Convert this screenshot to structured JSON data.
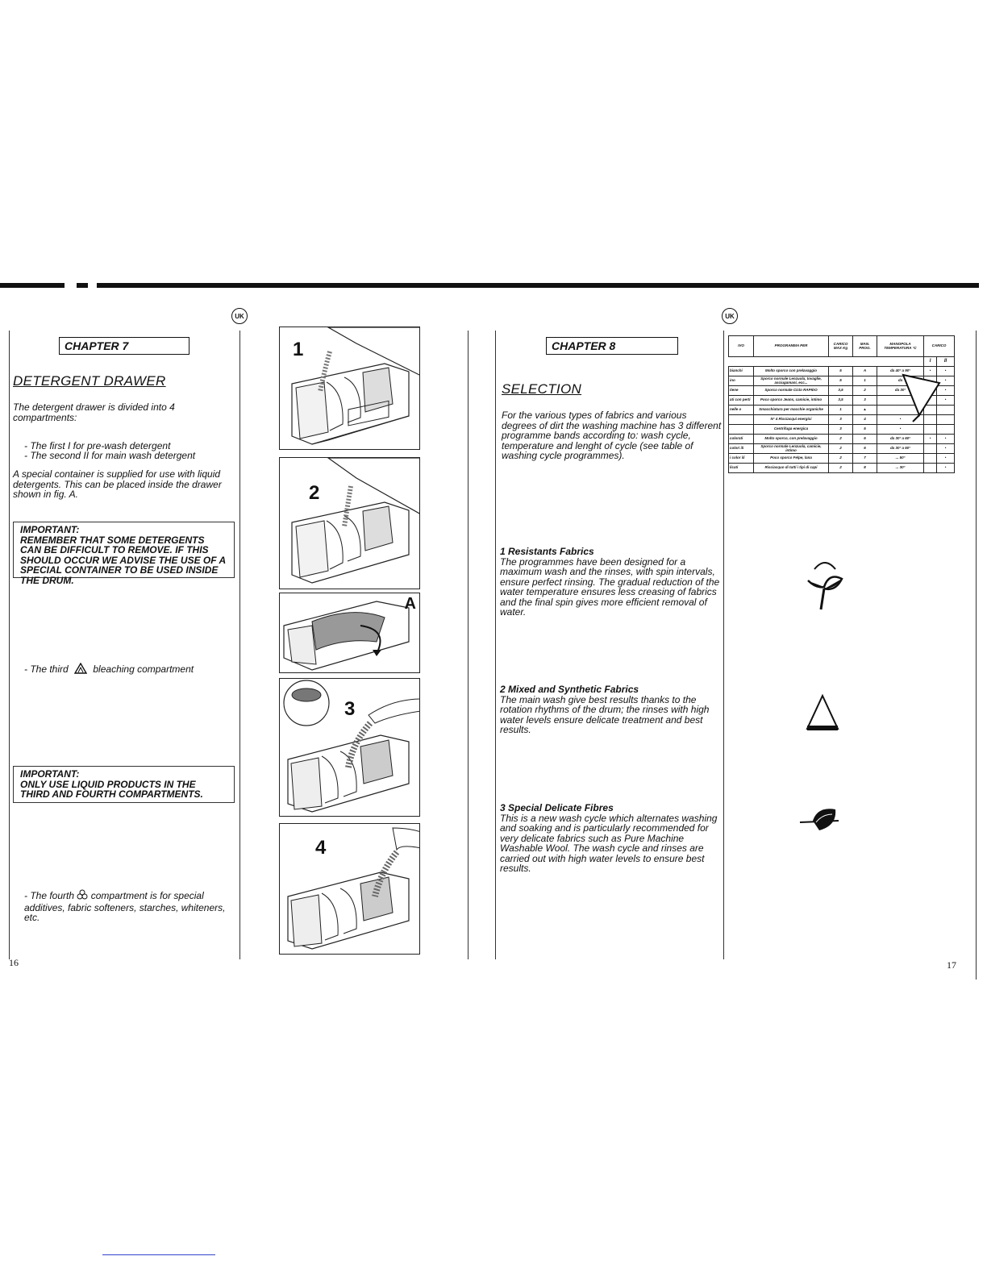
{
  "left_page": {
    "badge": "UK",
    "chapter": "CHAPTER 7",
    "heading": "DETERGENT DRAWER",
    "intro": "The detergent drawer is divided into 4 compartments:",
    "items": [
      "- The first I for pre-wash detergent",
      "- The second II for main wash detergent"
    ],
    "special_container": "A special container is supplied for use with liquid detergents. This can be placed inside the drawer shown in fig. A.",
    "important1_title": "IMPORTANT:",
    "important1_body": "REMEMBER THAT SOME DETERGENTS CAN BE DIFFICULT TO REMOVE. IF THIS SHOULD OCCUR WE ADVISE THE USE OF A SPECIAL CONTAINER TO BE USED INSIDE THE DRUM.",
    "third_pre": "- The third",
    "third_post": "bleaching compartment",
    "important2_title": "IMPORTANT:",
    "important2_body": "ONLY USE LIQUID PRODUCTS IN THE THIRD AND FOURTH COMPARTMENTS.",
    "fourth_pre": "- The fourth",
    "fourth_post": "compartment is for special additives, fabric softeners, starches, whiteners, etc.",
    "page_number": "16"
  },
  "figures": {
    "labels": [
      "1",
      "2",
      "A",
      "3",
      "4"
    ]
  },
  "right_page": {
    "badge": "UK",
    "chapter": "CHAPTER 8",
    "heading": "SELECTION",
    "intro": "For the various types of fabrics and various degrees of dirt the washing machine has 3 different programme bands according to: wash cycle, temperature and lenght of cycle (see table of washing cycle programmes).",
    "sections": [
      {
        "title": "1 Resistants Fabrics",
        "body": "The programmes have been designed for a maximum wash and the rinses, with spin intervals, ensure perfect rinsing. The gradual reduction of the water temperature ensures less creasing of fabrics and the final spin gives more efficient removal of water."
      },
      {
        "title": "2 Mixed and Synthetic Fabrics",
        "body": "The main wash give best results thanks to the rotation rhythms of the drum; the rinses with high water levels ensure delicate treatment and best results."
      },
      {
        "title": "3 Special Delicate Fibres",
        "body": "This is a new wash cycle which alternates washing and soaking and is particularly recommended for very delicate fabrics such as Pure Machine Washable Wool. The wash cycle and rinses are carried out with high water levels to ensure best results."
      }
    ],
    "table": {
      "headers": [
        "IVO",
        "PROGRAMMA PER",
        "CARICO MAX Kg",
        "MAN. PROG.",
        "MANOPOLA TEMPERATURA °C",
        "CARICO",
        "",
        ""
      ],
      "subheaders": [
        "I",
        "II"
      ],
      "rows": [
        [
          "bianchi",
          "Molto sporco con prelavaggio",
          "5",
          "A",
          "da 40° a 90°",
          "•",
          "•"
        ],
        [
          "ino",
          "Sporco normale Lenzuola, tovaglie, asciugamani, ecc...",
          "5",
          "1",
          "da",
          "",
          "•"
        ],
        [
          "tiene",
          "Sporco normale Ciclo RAPIDO",
          "3,5",
          "2",
          "da 30°",
          "",
          "•"
        ],
        [
          "ati con perti",
          "Poco sporco Jeans, camicie, intimo",
          "3,5",
          "3",
          "",
          "",
          "•"
        ],
        [
          "nelle o",
          "Smacchiatura per macchie organiche",
          "1",
          "▲",
          "",
          "",
          ""
        ],
        [
          "",
          "N° 4 Risciacqui energici",
          "3",
          "4",
          "•",
          "",
          ""
        ],
        [
          "",
          "Centrifuga energica",
          "3",
          "5",
          "•",
          "",
          ""
        ],
        [
          "colorati",
          "Molto sporco, con prelavaggio",
          "2",
          "6",
          "da 30° a 60°",
          "•",
          "•"
        ],
        [
          "colori ili",
          "Sporco normale Lenzuola, camicie, intimo",
          "2",
          "6",
          "da 30° a 60°",
          "",
          "•"
        ],
        [
          "i color ili",
          "Poco sporco Felpe, lana",
          "2",
          "7",
          "... 50°",
          "",
          "•"
        ],
        [
          "licati",
          "Risciacquo di tutti i tipi di capi",
          "2",
          "8",
          "... 30°",
          "",
          "•"
        ]
      ]
    },
    "page_number": "17"
  }
}
